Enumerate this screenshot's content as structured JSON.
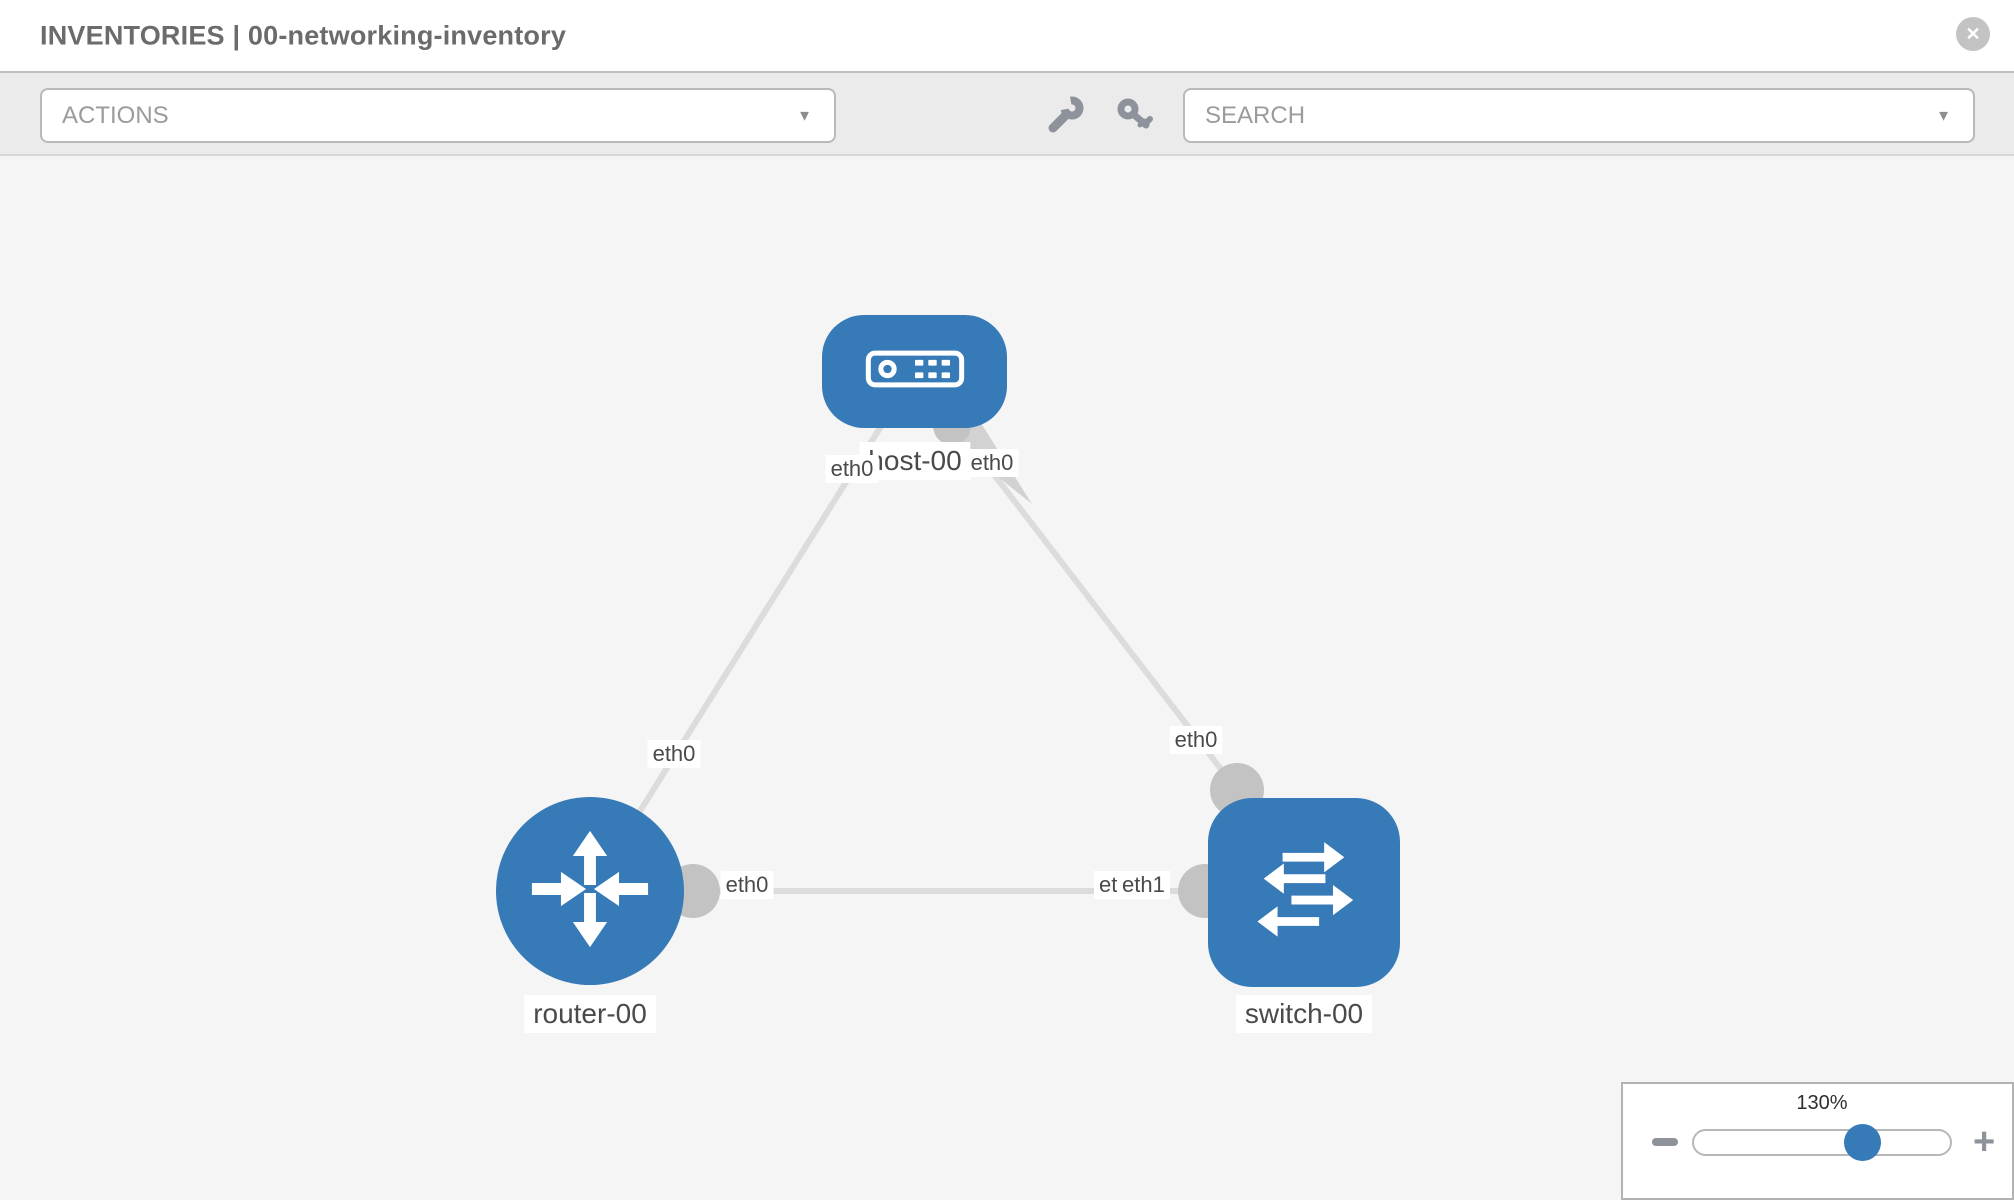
{
  "header": {
    "title": "INVENTORIES | 00-networking-inventory",
    "close_glyph": "✕"
  },
  "toolbar": {
    "actions_label": "ACTIONS",
    "search_label": "SEARCH",
    "caret_glyph": "▼",
    "icons": [
      "wrench-icon",
      "key-icon"
    ]
  },
  "topology": {
    "nodes": [
      {
        "id": "host-00",
        "label": "host-00",
        "type": "host"
      },
      {
        "id": "router-00",
        "label": "router-00",
        "type": "router"
      },
      {
        "id": "switch-00",
        "label": "switch-00",
        "type": "switch"
      }
    ],
    "links": [
      {
        "from": "host-00",
        "to": "router-00"
      },
      {
        "from": "host-00",
        "to": "switch-00"
      },
      {
        "from": "router-00",
        "to": "switch-00"
      }
    ],
    "interface_labels": [
      {
        "text": "eth0",
        "at": "host-00 left"
      },
      {
        "text": "eth0",
        "at": "host-00 right"
      },
      {
        "text": "eth0",
        "at": "router-00 uplink"
      },
      {
        "text": "eth0",
        "at": "switch-00 uplink"
      },
      {
        "text": "eth0",
        "at": "router-switch link near router"
      },
      {
        "text": "eth0",
        "at": "router-switch link near switch (behind)"
      },
      {
        "text": "eth1",
        "at": "router-switch link near switch (front)"
      }
    ]
  },
  "zoom_control": {
    "value": "130%",
    "minus_glyph": "",
    "plus_glyph": "+"
  },
  "colors": {
    "node_blue": "#377ab8",
    "link_gray": "#dcdcdc",
    "dot_gray": "#c3c3c3",
    "toolbar_gray": "#ebebeb",
    "canvas_gray": "#f5f5f5",
    "thumb_blue": "#377ab8"
  }
}
